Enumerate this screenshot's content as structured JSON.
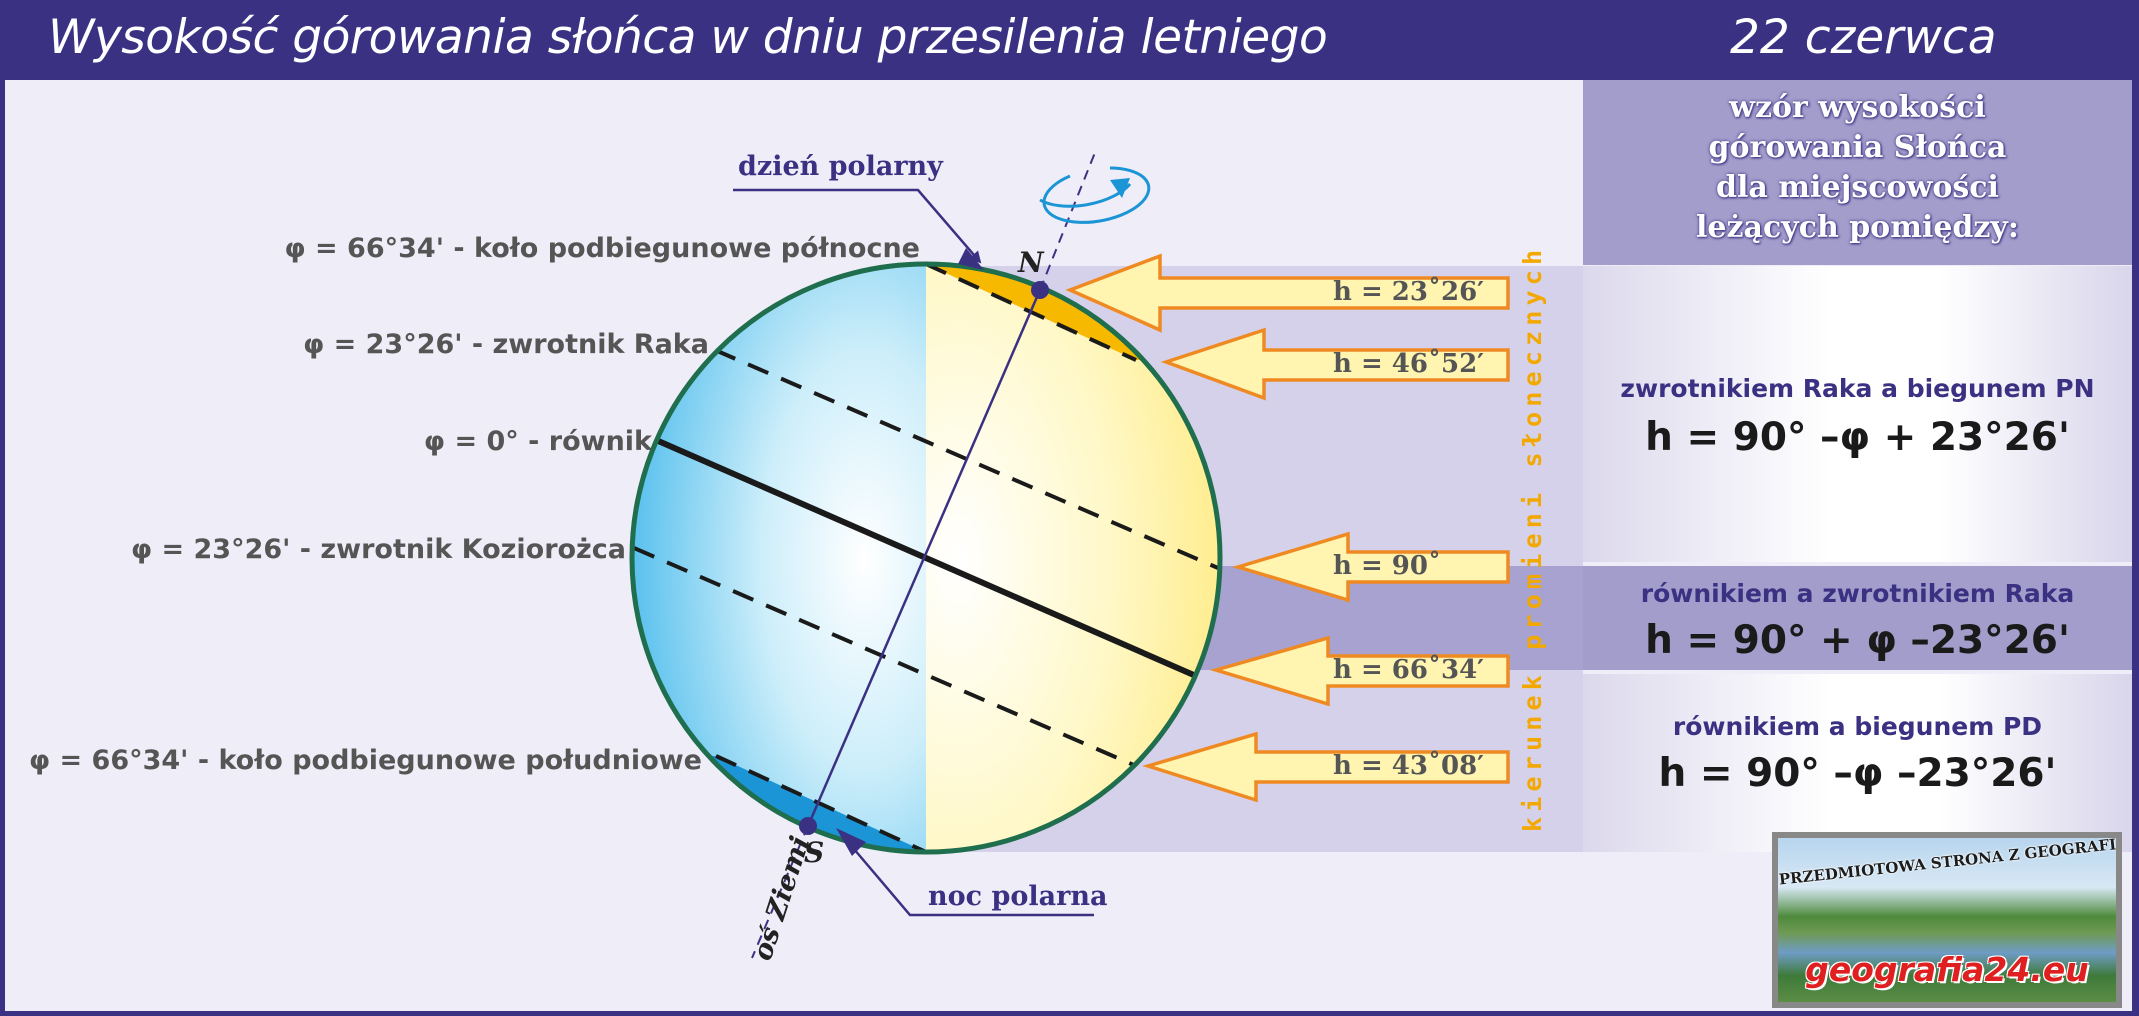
{
  "header": {
    "title": "Wysokość górowania słońca w dniu przesilenia letniego",
    "date": "22 czerwca"
  },
  "latitudes": [
    "φ = 66°34' - koło podbiegunowe północne",
    "φ = 23°26' - zwrotnik Raka",
    "φ = 0° - równik",
    "φ = 23°26' - zwrotnik Koziorożca",
    "φ = 66°34' - koło podbiegunowe południowe"
  ],
  "notes": {
    "polar_day": "dzień polarny",
    "polar_night": "noc polarna",
    "earth_axis": "oś Ziemi",
    "north": "N",
    "south": "S"
  },
  "sun_heights": [
    "h = 23˚26′",
    "h = 46˚52′",
    "h = 90˚",
    "h = 66˚34′",
    "h = 43˚08′"
  ],
  "rays_label": "kierunek promieni słonecznych",
  "formula_panel": {
    "heading": [
      "wzór wysokości",
      "górowania Słońca",
      "dla miejscowości",
      "leżących pomiędzy:"
    ],
    "bands": [
      {
        "title": "zwrotnikiem Raka a biegunem PN",
        "formula": "h = 90° –φ + 23°26'"
      },
      {
        "title": "równikiem a zwrotnikiem Raka",
        "formula": "h = 90° + φ –23°26'"
      },
      {
        "title": "równikiem a biegunem PD",
        "formula": "h = 90° –φ –23°26'"
      }
    ]
  },
  "logo": {
    "top": "PRZEDMIOTOWA STRONA Z GEOGRAFII",
    "site": "geografia24.eu"
  },
  "colors": {
    "header": "#3b3183",
    "panel": "#efedf7",
    "day_side": "#fff6b8",
    "night_side": "#8fd3f4",
    "arrow_fill": "#fff5b0",
    "arrow_stroke": "#ef8a23",
    "rays_text": "#f3a800",
    "axis": "#3b3183"
  },
  "icons": [
    "rotation-arrow-icon",
    "sun-ray-arrow-icon",
    "pointer-arrow-icon"
  ]
}
